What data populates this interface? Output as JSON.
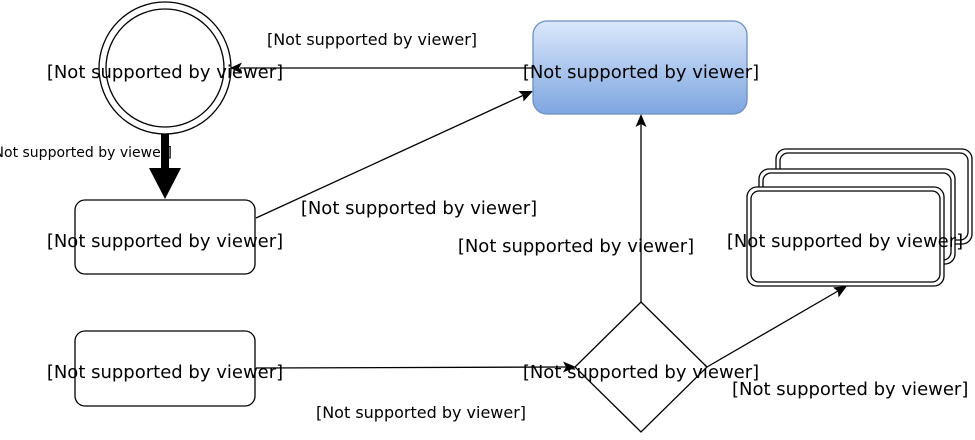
{
  "diagram": {
    "nodes": {
      "circle": {
        "label": "[Not supported by viewer]"
      },
      "blue_box": {
        "label": "[Not supported by viewer]"
      },
      "box_middle": {
        "label": "[Not supported by viewer]"
      },
      "box_bottom": {
        "label": "[Not supported by viewer]"
      },
      "diamond": {
        "label": "[Not supported by viewer]"
      },
      "stack": {
        "label": "[Not supported by viewer]"
      }
    },
    "edges": {
      "blue_to_circle": {
        "label": "[Not supported by viewer]"
      },
      "circle_to_box_middle": {
        "label": "[Not supported by viewer]"
      },
      "box_middle_to_blue": {
        "label": "[Not supported by viewer]"
      },
      "diamond_to_blue": {
        "label": "[Not supported by viewer]"
      },
      "box_bottom_to_diamond": {
        "label": "[Not supported by viewer]"
      },
      "diamond_to_stack": {
        "label": "[Not supported by viewer]"
      }
    },
    "colors": {
      "stroke": "#000000",
      "blue_top": "#dae8fc",
      "blue_bottom": "#7ea6e0",
      "blue_stroke": "#6c8ebf"
    }
  }
}
